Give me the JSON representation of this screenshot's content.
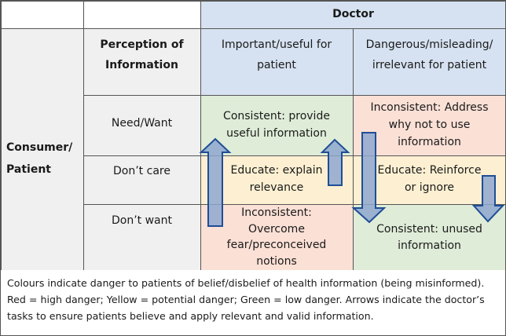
{
  "colors": {
    "header_blue": "#d6e2f1",
    "label_grey": "#f0f0f0",
    "green": "#dfecd8",
    "yellow": "#fdf0d2",
    "red": "#fbe0d6",
    "arrow_fill": "#8ea7cf",
    "arrow_stroke": "#1f4e96",
    "grid": "#555555"
  },
  "header": {
    "doctor": "Doctor"
  },
  "row_header": {
    "title_line1": "Perception of",
    "title_line2": "Information",
    "consumer_line1": "Consumer/",
    "consumer_line2": "Patient"
  },
  "columns": [
    {
      "line1": "Important/useful for",
      "line2": "patient"
    },
    {
      "line1": "Dangerous/misleading/",
      "line2": "irrelevant for patient"
    }
  ],
  "rows": [
    {
      "label": "Need/Want",
      "cells": [
        {
          "color": "green",
          "lines": [
            "Consistent: provide",
            "useful information"
          ]
        },
        {
          "color": "red",
          "lines": [
            "Inconsistent: Address",
            "why not to use",
            "information"
          ]
        }
      ]
    },
    {
      "label": "Don’t care",
      "cells": [
        {
          "color": "yellow",
          "lines": [
            "Educate: explain",
            "relevance"
          ]
        },
        {
          "color": "yellow",
          "lines": [
            "Educate: Reinforce",
            "or ignore"
          ]
        }
      ]
    },
    {
      "label": "Don’t want",
      "cells": [
        {
          "color": "red",
          "lines": [
            "Inconsistent:",
            "Overcome",
            "fear/preconceived",
            "notions"
          ]
        },
        {
          "color": "green",
          "lines": [
            "Consistent: unused",
            "information"
          ]
        }
      ]
    }
  ],
  "arrows": [
    {
      "name": "arrow-up-dont-want-to-need",
      "direction": "up"
    },
    {
      "name": "arrow-up-dont-care-to-need",
      "direction": "up"
    },
    {
      "name": "arrow-down-need-to-dont-want",
      "direction": "down"
    },
    {
      "name": "arrow-down-dont-care-to-dont-want",
      "direction": "down"
    }
  ],
  "footer": {
    "caption": "Colours indicate danger to patients of belief/disbelief of health information (being misinformed). Red = high danger; Yellow = potential danger; Green = low danger. Arrows indicate the doctor’s tasks to ensure patients believe and apply relevant and valid information."
  }
}
